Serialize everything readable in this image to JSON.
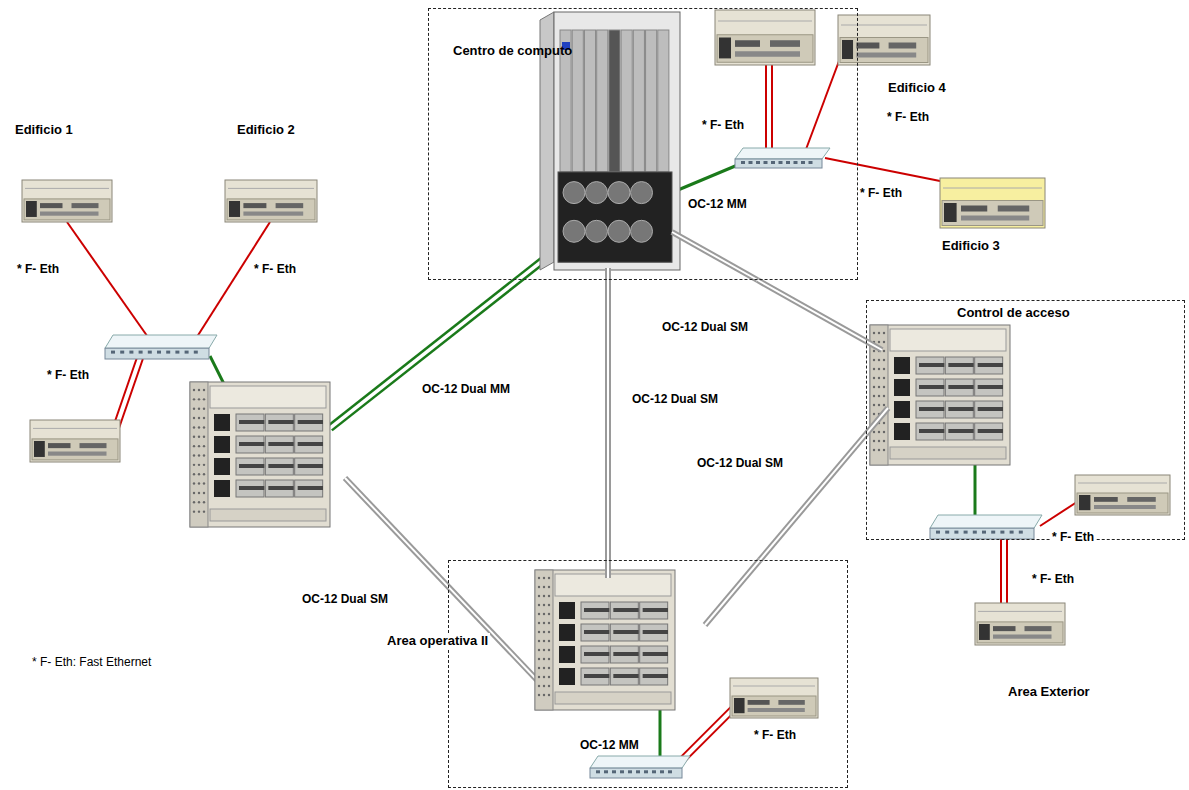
{
  "diagram": {
    "nodes": [
      {
        "text": [
          "Edificio 1"
        ]
      },
      {
        "text": [
          "Edificio 2"
        ]
      },
      {
        "text": [
          "Centro de computo"
        ]
      },
      {
        "text": [
          "Edificio 4"
        ]
      },
      {
        "text": [
          "Edificio 3"
        ]
      },
      {
        "text": [
          "Control de acceso"
        ]
      },
      {
        "text": [
          "Area Exterior"
        ]
      },
      {
        "text": [
          "Area operativa II"
        ]
      }
    ],
    "edges": [
      {
        "from": 2,
        "to": 5,
        "arrow": "none",
        "label": "OC-12 Dual SM"
      },
      {
        "from": 2,
        "to": 7,
        "arrow": "none",
        "label": "OC-12 Dual SM"
      },
      {
        "from": 5,
        "to": 7,
        "arrow": "none",
        "label": "OC-12 Dual SM"
      }
    ],
    "labels": [
      "* F- Eth",
      "* F- Eth",
      "* F- Eth",
      "* F- Eth",
      "* F- Eth",
      "* F- Eth",
      "* F- Eth",
      "* F- Eth",
      "* F- Eth",
      "OC-12 MM",
      "OC-12 MM",
      "OC-12 Dual MM",
      "OC-12 Dual SM",
      "* F- Eth: Fast Ethernet"
    ]
  }
}
